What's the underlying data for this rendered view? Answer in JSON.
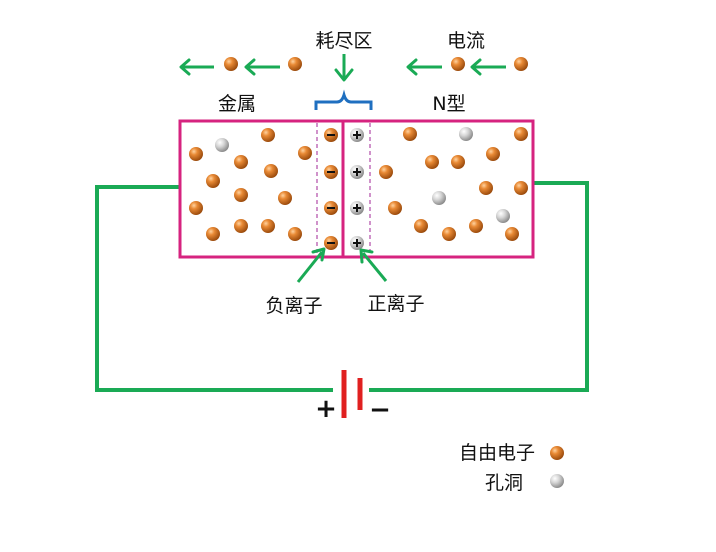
{
  "labels": {
    "depletion_region": "耗尽区",
    "current": "电流",
    "metal": "金属",
    "n_type": "N型",
    "negative_ion": "负离子",
    "positive_ion": "正离子",
    "battery_plus": "+",
    "battery_minus": "−",
    "legend_electron": "自由电子",
    "legend_hole": "孔洞",
    "ion_minus": "−",
    "ion_plus": "+"
  },
  "colors": {
    "junction_border": "#d6237f",
    "wire": "#1aaa55",
    "arrow": "#1aaa55",
    "bracket": "#1f6fc0",
    "battery": "#e02020",
    "dashed": "#b04aa8",
    "electron": "#d9741f",
    "hole": "#cfcfcf"
  },
  "icons": {
    "electron": "orange-sphere",
    "hole": "gray-sphere",
    "negative_ion": "orange-sphere-minus",
    "positive_ion": "gray-sphere-plus"
  }
}
